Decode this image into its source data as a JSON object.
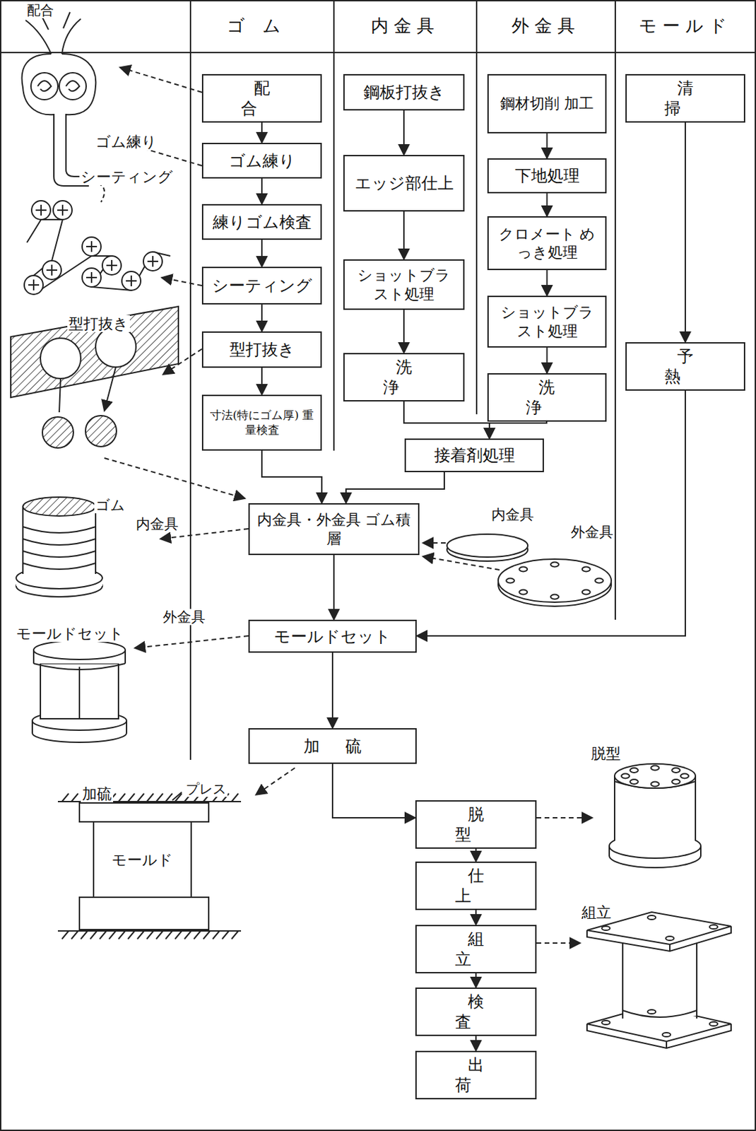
{
  "diagram": {
    "nodes": [
      {
        "text": [
          "配合"
        ]
      },
      {
        "text": [
          "ゴム練り"
        ]
      },
      {
        "text": [
          "練りゴム検査"
        ]
      },
      {
        "text": [
          "シーティング"
        ]
      },
      {
        "text": [
          "型打抜き"
        ]
      },
      {
        "text": [
          "寸法(特にゴム厚) 重量検査"
        ]
      },
      {
        "text": [
          "鋼板打抜き"
        ]
      },
      {
        "text": [
          "エッジ部仕上"
        ]
      },
      {
        "text": [
          "ショットブラスト処理"
        ]
      },
      {
        "text": [
          "洗浄"
        ]
      },
      {
        "text": [
          "鋼材切削 加工"
        ]
      },
      {
        "text": [
          "下地処理"
        ]
      },
      {
        "text": [
          "クロメート めっき処理"
        ]
      },
      {
        "text": [
          "ショットブラスト処理"
        ]
      },
      {
        "text": [
          "洗浄"
        ]
      },
      {
        "text": [
          "清掃"
        ]
      },
      {
        "text": [
          "予熱"
        ]
      },
      {
        "text": [
          "接着剤処理"
        ]
      },
      {
        "text": [
          "内金具・外金具 ゴム積層"
        ]
      },
      {
        "text": [
          "モールドセット"
        ]
      },
      {
        "text": [
          "加硫"
        ]
      },
      {
        "text": [
          "脱型"
        ]
      },
      {
        "text": [
          "仕上"
        ]
      },
      {
        "text": [
          "組立"
        ]
      },
      {
        "text": [
          "検査"
        ]
      },
      {
        "text": [
          "出荷"
        ]
      }
    ],
    "edges": [
      {
        "from": 0,
        "to": 1,
        "arrow": "to"
      },
      {
        "from": 1,
        "to": 2,
        "arrow": "to"
      },
      {
        "from": 2,
        "to": 3,
        "arrow": "to"
      },
      {
        "from": 3,
        "to": 4,
        "arrow": "to"
      },
      {
        "from": 4,
        "to": 5,
        "arrow": "to"
      },
      {
        "from": 6,
        "to": 7,
        "arrow": "to"
      },
      {
        "from": 7,
        "to": 8,
        "arrow": "to"
      },
      {
        "from": 8,
        "to": 9,
        "arrow": "to"
      },
      {
        "from": 10,
        "to": 11,
        "arrow": "to"
      },
      {
        "from": 11,
        "to": 12,
        "arrow": "to"
      },
      {
        "from": 12,
        "to": 13,
        "arrow": "to"
      },
      {
        "from": 13,
        "to": 14,
        "arrow": "to"
      },
      {
        "from": 15,
        "to": 16,
        "arrow": "to"
      },
      {
        "from": 5,
        "to": 18,
        "arrow": "to"
      },
      {
        "from": 9,
        "to": 17,
        "arrow": "to"
      },
      {
        "from": 14,
        "to": 17,
        "arrow": "to"
      },
      {
        "from": 17,
        "to": 18,
        "arrow": "to"
      },
      {
        "from": 16,
        "to": 19,
        "arrow": "to"
      },
      {
        "from": 18,
        "to": 19,
        "arrow": "to"
      },
      {
        "from": 19,
        "to": 20,
        "arrow": "to"
      },
      {
        "from": 20,
        "to": 21,
        "arrow": "to"
      },
      {
        "from": 21,
        "to": 22,
        "arrow": "to"
      },
      {
        "from": 22,
        "to": 23,
        "arrow": "to"
      },
      {
        "from": 23,
        "to": 24,
        "arrow": "to"
      },
      {
        "from": 24,
        "to": 25,
        "arrow": "to"
      }
    ],
    "labels": [
      "ゴム",
      "内金具",
      "外金具",
      "モールド",
      "配合",
      "ゴム練り",
      "シーティング",
      "型打抜き",
      "ゴム",
      "内金具",
      "外金具",
      "内金具",
      "外金具",
      "モールドセット",
      "加硫",
      "プレス",
      "モールド",
      "脱型",
      "組立"
    ]
  }
}
